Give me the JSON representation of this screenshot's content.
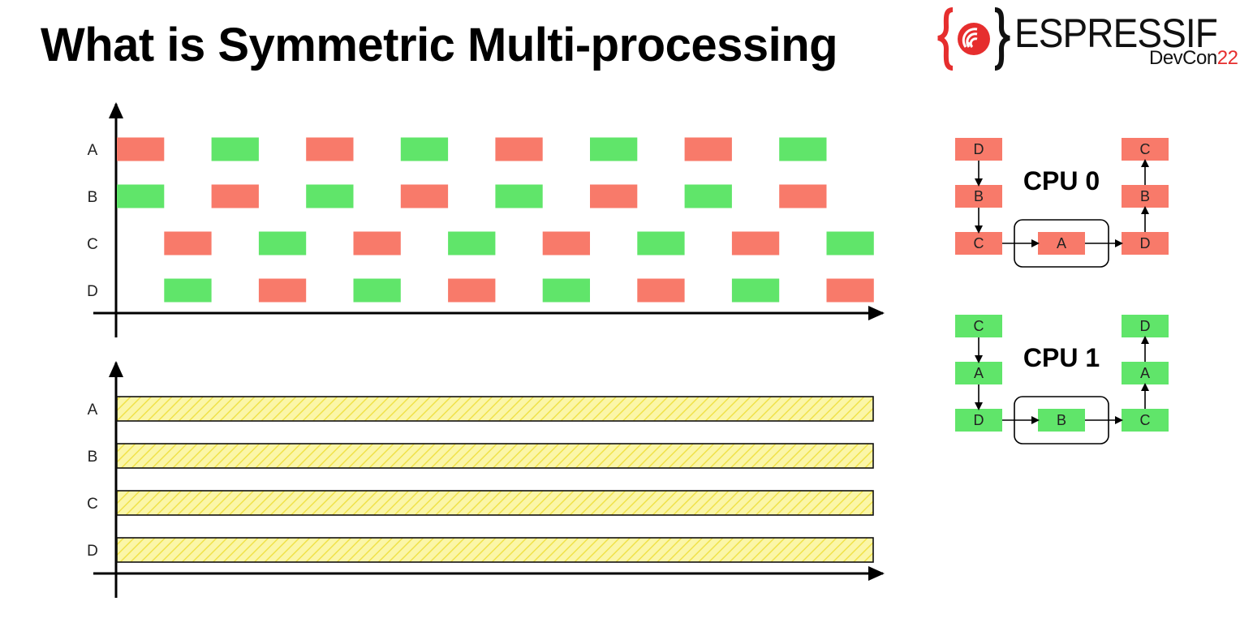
{
  "title": "What is Symmetric Multi-processing",
  "logo": {
    "word": "ESPRESSIF",
    "event": "DevCon",
    "year": "22",
    "brand_color": "#e62e2e"
  },
  "colors": {
    "running": "#f87a6a",
    "ready": "#60e56a",
    "continuous_fill": "#fbf6a8",
    "continuous_hatch": "#f0e24a"
  },
  "timeline_multiplexed": {
    "rows": [
      {
        "label": "A",
        "slots": [
          "red",
          null,
          "green",
          null,
          "red",
          null,
          "green",
          null,
          "red",
          null,
          "green",
          null,
          "red",
          null,
          "green",
          null
        ]
      },
      {
        "label": "B",
        "slots": [
          "green",
          null,
          "red",
          null,
          "green",
          null,
          "red",
          null,
          "green",
          null,
          "red",
          null,
          "green",
          null,
          "red",
          null
        ]
      },
      {
        "label": "C",
        "slots": [
          null,
          "red",
          null,
          "green",
          null,
          "red",
          null,
          "green",
          null,
          "red",
          null,
          "green",
          null,
          "red",
          null,
          "green"
        ]
      },
      {
        "label": "D",
        "slots": [
          null,
          "green",
          null,
          "red",
          null,
          "green",
          null,
          "red",
          null,
          "green",
          null,
          "red",
          null,
          "green",
          null,
          "red"
        ]
      }
    ]
  },
  "timeline_parallel": {
    "rows": [
      {
        "label": "A",
        "fraction": 1.0
      },
      {
        "label": "B",
        "fraction": 1.0
      },
      {
        "label": "C",
        "fraction": 1.0
      },
      {
        "label": "D",
        "fraction": 1.0
      }
    ]
  },
  "cpus": [
    {
      "label": "CPU 0",
      "color": "red",
      "left_column": [
        "D",
        "B",
        "C"
      ],
      "running": "A",
      "right_column": [
        "C",
        "B",
        "D"
      ]
    },
    {
      "label": "CPU 1",
      "color": "green",
      "left_column": [
        "C",
        "A",
        "D"
      ],
      "running": "B",
      "right_column": [
        "D",
        "A",
        "C"
      ]
    }
  ]
}
